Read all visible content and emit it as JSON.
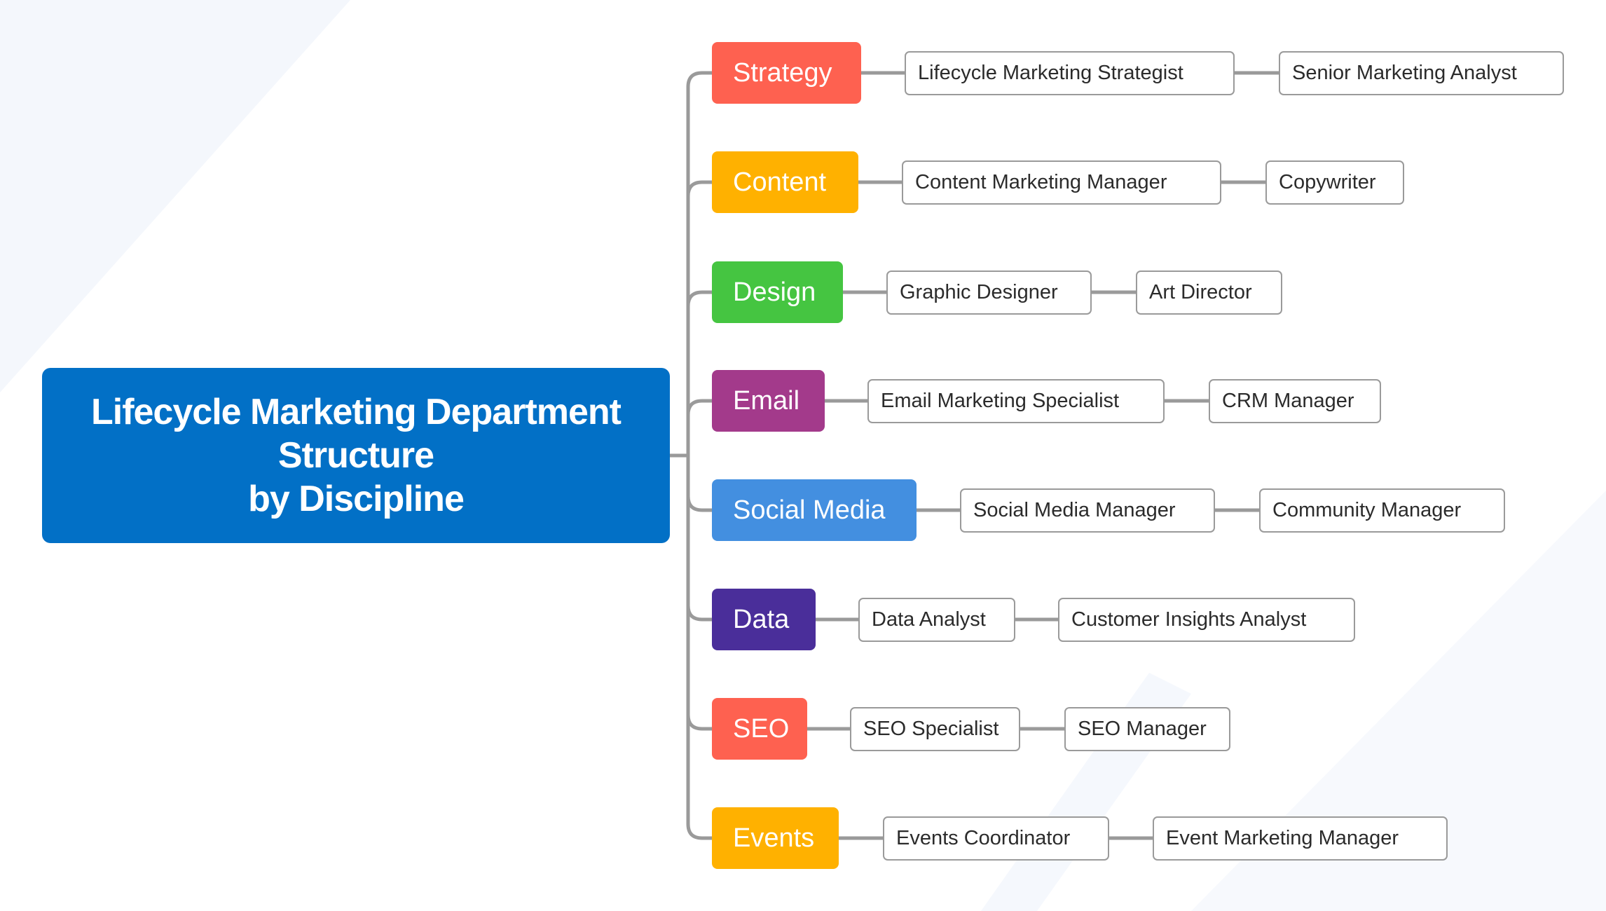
{
  "root": {
    "title_lines": [
      "Lifecycle Marketing Department",
      "Structure",
      "by Discipline"
    ],
    "color": "#0270c6"
  },
  "connector_color": "#9a9a9a",
  "branches": [
    {
      "label": "Strategy",
      "color": "#fe6150",
      "roles": [
        "Lifecycle Marketing Strategist",
        "Senior Marketing Analyst"
      ]
    },
    {
      "label": "Content",
      "color": "#ffb100",
      "roles": [
        "Content Marketing Manager",
        "Copywriter"
      ]
    },
    {
      "label": "Design",
      "color": "#45c541",
      "roles": [
        "Graphic Designer",
        "Art Director"
      ]
    },
    {
      "label": "Email",
      "color": "#a33a8b",
      "roles": [
        "Email Marketing Specialist",
        "CRM Manager"
      ]
    },
    {
      "label": "Social Media",
      "color": "#438fe0",
      "roles": [
        "Social Media Manager",
        "Community Manager"
      ]
    },
    {
      "label": "Data",
      "color": "#4a2e9a",
      "roles": [
        "Data Analyst",
        "Customer Insights Analyst"
      ]
    },
    {
      "label": "SEO",
      "color": "#fe6150",
      "roles": [
        "SEO Specialist",
        "SEO Manager"
      ]
    },
    {
      "label": "Events",
      "color": "#ffb100",
      "roles": [
        "Events Coordinator",
        "Event Marketing Manager"
      ]
    }
  ]
}
